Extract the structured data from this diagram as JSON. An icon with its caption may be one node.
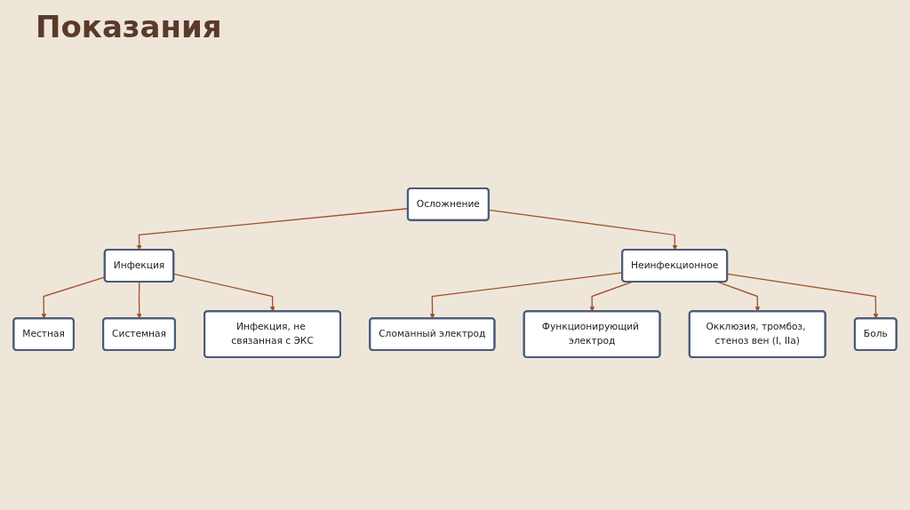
{
  "diagram": {
    "title": "Показания",
    "nodes": [
      {
        "text": [
          "Осложнение"
        ]
      },
      {
        "text": [
          "Инфекция"
        ]
      },
      {
        "text": [
          "Неинфекционное"
        ]
      },
      {
        "text": [
          "Местная"
        ]
      },
      {
        "text": [
          "Системная"
        ]
      },
      {
        "text": [
          "Инфекция, не связанная с ЭКС"
        ]
      },
      {
        "text": [
          "Сломанный электрод"
        ]
      },
      {
        "text": [
          "Функционирующий электрод"
        ]
      },
      {
        "text": [
          "Окклюзия, тромбоз, стеноз вен (I, IIa)"
        ]
      },
      {
        "text": [
          "Боль"
        ]
      }
    ],
    "edges": [
      {
        "from": 0,
        "to": 1,
        "arrow": "to"
      },
      {
        "from": 0,
        "to": 2,
        "arrow": "to"
      },
      {
        "from": 1,
        "to": 3,
        "arrow": "to"
      },
      {
        "from": 1,
        "to": 4,
        "arrow": "to"
      },
      {
        "from": 1,
        "to": 5,
        "arrow": "to"
      },
      {
        "from": 2,
        "to": 6,
        "arrow": "to"
      },
      {
        "from": 2,
        "to": 7,
        "arrow": "to"
      },
      {
        "from": 2,
        "to": 8,
        "arrow": "to"
      },
      {
        "from": 2,
        "to": 9,
        "arrow": "to"
      }
    ]
  }
}
